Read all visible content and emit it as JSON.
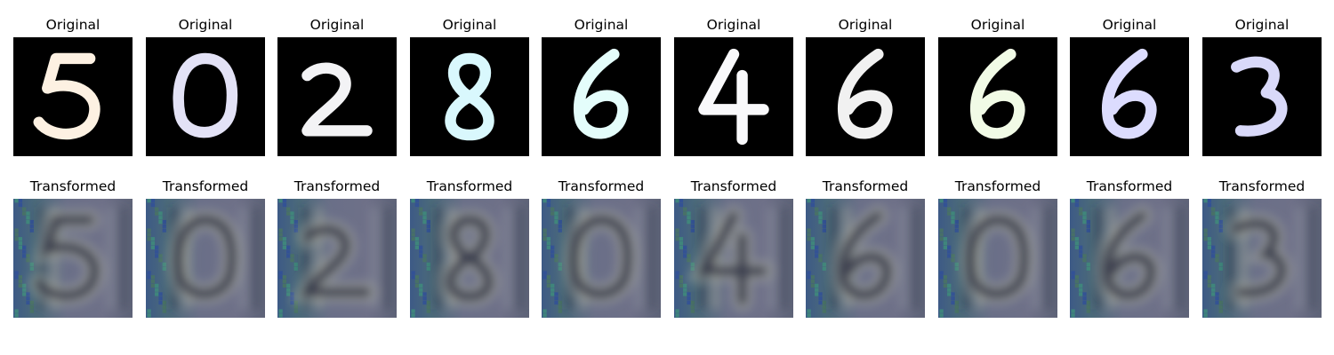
{
  "top_row": {
    "title": "Original",
    "images": [
      {
        "digit": "5",
        "stroke_color": "#fdf1e2"
      },
      {
        "digit": "0",
        "stroke_color": "#e3e2f6"
      },
      {
        "digit": "2",
        "stroke_color": "#f3f3f5"
      },
      {
        "digit": "8",
        "stroke_color": "#d9f8fd"
      },
      {
        "digit": "6",
        "stroke_color": "#e4fdfb"
      },
      {
        "digit": "4",
        "stroke_color": "#f9f9fb"
      },
      {
        "digit": "6",
        "stroke_color": "#f1f1f1"
      },
      {
        "digit": "6",
        "stroke_color": "#f1fbe6"
      },
      {
        "digit": "6",
        "stroke_color": "#dcdcfe"
      },
      {
        "digit": "3",
        "stroke_color": "#d9d9f9"
      }
    ]
  },
  "bottom_row": {
    "title": "Transformed",
    "images": [
      {
        "digit": "5"
      },
      {
        "digit": "0"
      },
      {
        "digit": "2"
      },
      {
        "digit": "8"
      },
      {
        "digit": "0"
      },
      {
        "digit": "4"
      },
      {
        "digit": "6"
      },
      {
        "digit": "0"
      },
      {
        "digit": "6"
      },
      {
        "digit": "3"
      }
    ]
  }
}
